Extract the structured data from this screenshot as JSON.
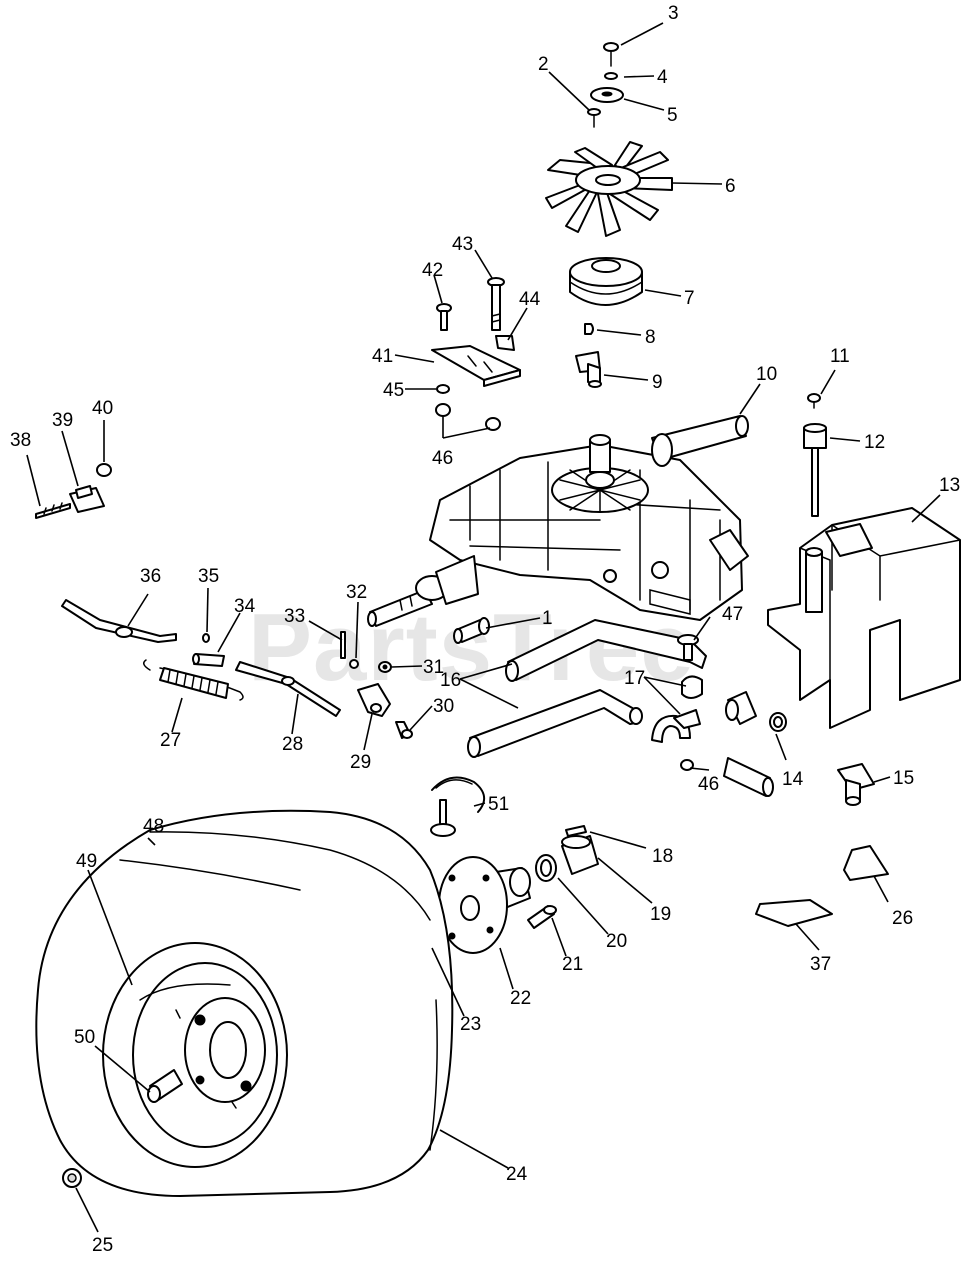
{
  "watermark": {
    "text": "PartsTree",
    "mark": "™"
  },
  "part_numbers": [
    "1",
    "2",
    "3",
    "4",
    "5",
    "6",
    "7",
    "8",
    "9",
    "10",
    "11",
    "12",
    "13",
    "14",
    "15",
    "16",
    "17",
    "18",
    "19",
    "20",
    "21",
    "22",
    "23",
    "24",
    "25",
    "26",
    "27",
    "28",
    "29",
    "30",
    "31",
    "32",
    "33",
    "34",
    "35",
    "36",
    "37",
    "38",
    "39",
    "40",
    "41",
    "42",
    "43",
    "44",
    "45",
    "46",
    "46",
    "47",
    "48",
    "49",
    "50",
    "51"
  ]
}
